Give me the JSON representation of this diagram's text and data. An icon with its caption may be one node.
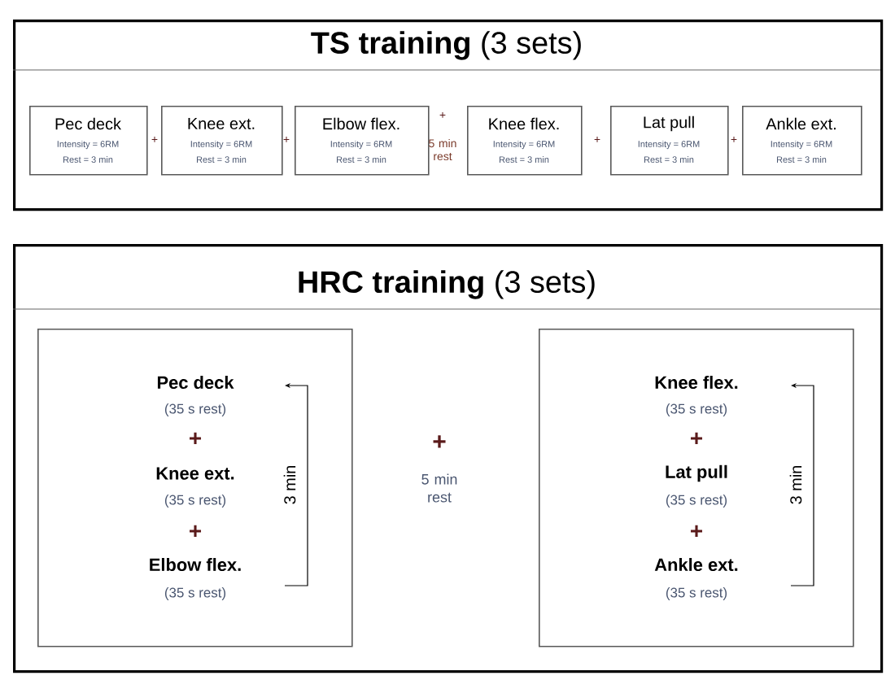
{
  "diagram": {
    "nodes": [
      {
        "text": [
          "**TS training** (3 sets)"
        ]
      },
      {
        "text": [
          "Pec deck",
          "Intensity = 6RM",
          "Rest = 3 min"
        ],
        "in": 0
      },
      {
        "text": [
          "Knee ext.",
          "Intensity = 6RM",
          "Rest = 3 min"
        ],
        "in": 0
      },
      {
        "text": [
          "Elbow flex.",
          "Intensity = 6RM",
          "Rest = 3 min"
        ],
        "in": 0
      },
      {
        "text": [
          "Knee flex.",
          "Intensity = 6RM",
          "Rest = 3 min"
        ],
        "in": 0
      },
      {
        "text": [
          "Lat pull",
          "Intensity = 6RM",
          "Rest = 3 min"
        ],
        "in": 0
      },
      {
        "text": [
          "Ankle ext.",
          "Intensity = 6RM",
          "Rest = 3 min"
        ],
        "in": 0
      },
      {
        "text": [
          "**HRC training** (3 sets)"
        ]
      },
      {
        "text": [
          "Pec deck",
          "(35 s rest)",
          "+",
          "Knee ext.",
          "(35 s rest)",
          "+",
          "Elbow flex.",
          "(35 s rest)",
          "3 min"
        ],
        "in": 7
      },
      {
        "text": [
          "Knee flex.",
          "(35 s rest)",
          "+",
          "Lat pull",
          "(35 s rest)",
          "+",
          "Ankle ext.",
          "(35 s rest)",
          "3 min"
        ],
        "in": 7
      }
    ],
    "labels": [
      "+",
      "+",
      "+",
      "5 min rest",
      "+",
      "+",
      "+",
      "5 min rest"
    ]
  }
}
